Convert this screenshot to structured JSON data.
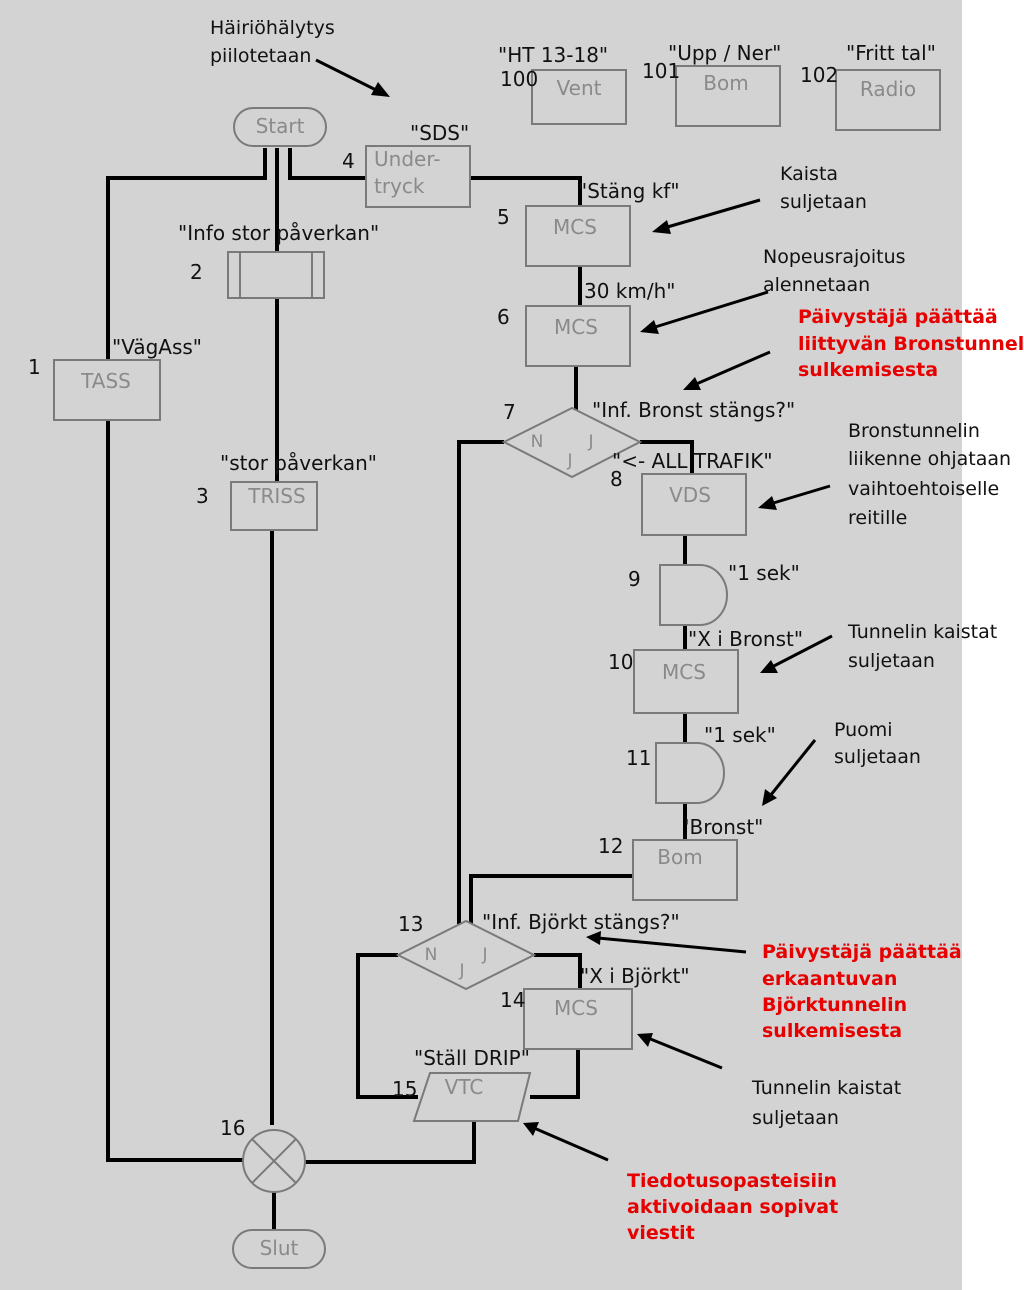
{
  "colors": {
    "background": "#d3d3d3",
    "box_fill": "#d3d3d3",
    "box_stroke": "#7a7a7a",
    "flow_line": "#000000",
    "box_text": "#8a8a8a",
    "highlight_note": "#e60000"
  },
  "top_panels": [
    {
      "id": "100",
      "caption": "\"HT 13-18\"",
      "label": "Vent"
    },
    {
      "id": "101",
      "caption": "\"Upp / Ner\"",
      "label": "Bom"
    },
    {
      "id": "102",
      "caption": "\"Fritt tal\"",
      "label": "Radio"
    }
  ],
  "terminals": {
    "start": "Start",
    "end": "Slut"
  },
  "nodes": {
    "n1": {
      "num": "1",
      "label": "TASS",
      "caption": "\"VägAss\""
    },
    "n2": {
      "num": "2",
      "label": "",
      "caption": "\"Info stor påverkan\""
    },
    "n3": {
      "num": "3",
      "label": "TRISS",
      "caption": "\"stor påverkan\""
    },
    "n4": {
      "num": "4",
      "label_line1": "Under-",
      "label_line2": "tryck",
      "caption": "\"SDS\""
    },
    "n5": {
      "num": "5",
      "label": "MCS",
      "caption": "\"Stäng kf\""
    },
    "n6": {
      "num": "6",
      "label": "MCS",
      "caption": "30 km/h\""
    },
    "n7": {
      "num": "7",
      "caption": "\"Inf. Bronst stängs?\"",
      "left": "N",
      "bottom": "J",
      "right": "J"
    },
    "n8": {
      "num": "8",
      "label": "VDS",
      "caption": "\"<- ALL TRAFIK\""
    },
    "n9": {
      "num": "9",
      "caption": "\"1 sek\""
    },
    "n10": {
      "num": "10",
      "label": "MCS",
      "caption": "\"X i Bronst\""
    },
    "n11": {
      "num": "11",
      "caption": "\"1 sek\""
    },
    "n12": {
      "num": "12",
      "label": "Bom",
      "caption": "'Bronst\""
    },
    "n13": {
      "num": "13",
      "caption": "\"Inf. Björkt stängs?\"",
      "left": "N",
      "bottom": "J",
      "right": "J"
    },
    "n14": {
      "num": "14",
      "label": "MCS",
      "caption": "\"X i Björkt\""
    },
    "n15": {
      "num": "15",
      "label": "VTC",
      "caption": "\"Ställ DRIP\""
    },
    "n16": {
      "num": "16"
    }
  },
  "annotations": {
    "hairio": [
      "Häiriöhälytys",
      "piilotetaan"
    ],
    "kaista": [
      "Kaista",
      "suljetaan"
    ],
    "nopeus": [
      "Nopeusrajoitus",
      "alennetaan"
    ],
    "paivystaja1": [
      "Päivystäjä päättää",
      "liittyvän Bronstunnelin",
      "sulkemisesta"
    ],
    "bronstunnelin": [
      "Bronstunnelin",
      "liikenne ohjataan",
      "vaihtoehtoiselle",
      "reitille"
    ],
    "tunnelin1": [
      "Tunnelin kaistat",
      "suljetaan"
    ],
    "puomi": [
      "Puomi",
      "suljetaan"
    ],
    "paivystaja2": [
      "Päivystäjä päättää",
      "erkaantuvan",
      "Björktunnelin",
      "sulkemisesta"
    ],
    "tunnelin2": [
      "Tunnelin kaistat",
      "suljetaan"
    ],
    "tiedotus": [
      "Tiedotusopasteisiin",
      "aktivoidaan sopivat",
      "viestit"
    ]
  }
}
